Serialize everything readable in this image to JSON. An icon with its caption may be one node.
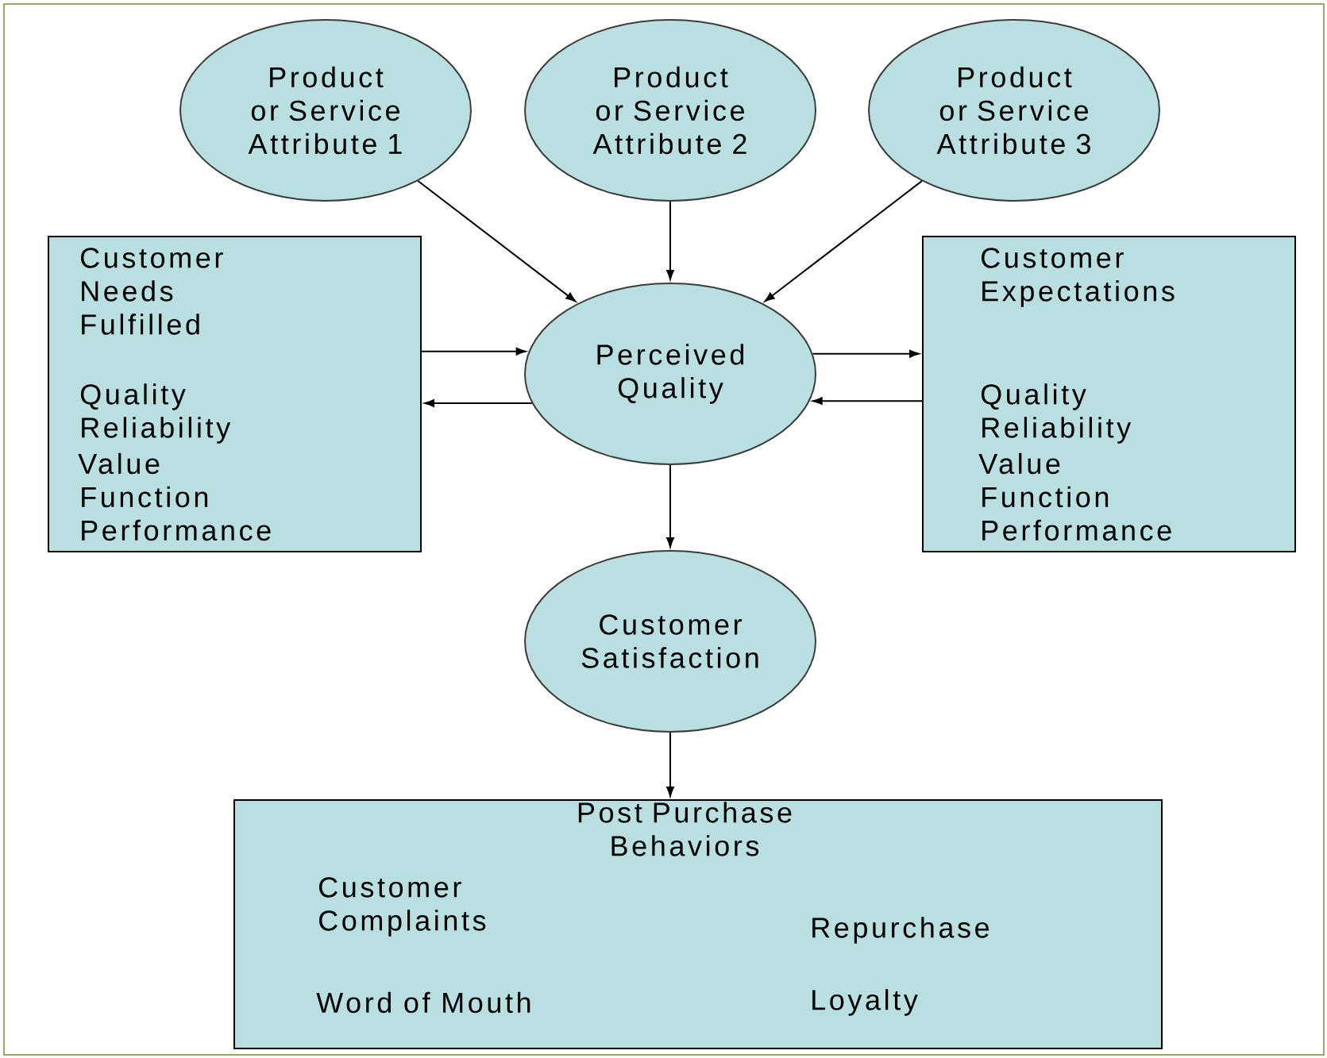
{
  "diagram": {
    "nodes": [
      {
        "text": [
          "Product or Service Attribute 1"
        ]
      },
      {
        "text": [
          "Product or Service Attribute 2"
        ]
      },
      {
        "text": [
          "Product or Service Attribute 3"
        ]
      },
      {
        "text": [
          "Customer Needs Fulfilled",
          "Quality",
          "Reliability",
          "Value",
          "Function",
          "Performance"
        ]
      },
      {
        "text": [
          "Perceived Quality"
        ]
      },
      {
        "text": [
          "Customer Expectations",
          "Quality",
          "Reliability",
          "Value",
          "Function",
          "Performance"
        ]
      },
      {
        "text": [
          "Customer Satisfaction"
        ]
      },
      {
        "text": [
          "Post Purchase Behaviors",
          "Customer Complaints",
          "Repurchase",
          "Word of Mouth",
          "Loyalty"
        ]
      }
    ],
    "edges": [
      {
        "from": 0,
        "to": 4,
        "arrow": "to"
      },
      {
        "from": 1,
        "to": 4,
        "arrow": "to"
      },
      {
        "from": 2,
        "to": 4,
        "arrow": "to"
      },
      {
        "from": 3,
        "to": 4,
        "arrow": "to"
      },
      {
        "from": 4,
        "to": 3,
        "arrow": "to"
      },
      {
        "from": 4,
        "to": 5,
        "arrow": "to"
      },
      {
        "from": 5,
        "to": 4,
        "arrow": "to"
      },
      {
        "from": 4,
        "to": 6,
        "arrow": "to"
      },
      {
        "from": 6,
        "to": 7,
        "arrow": "to"
      }
    ]
  }
}
